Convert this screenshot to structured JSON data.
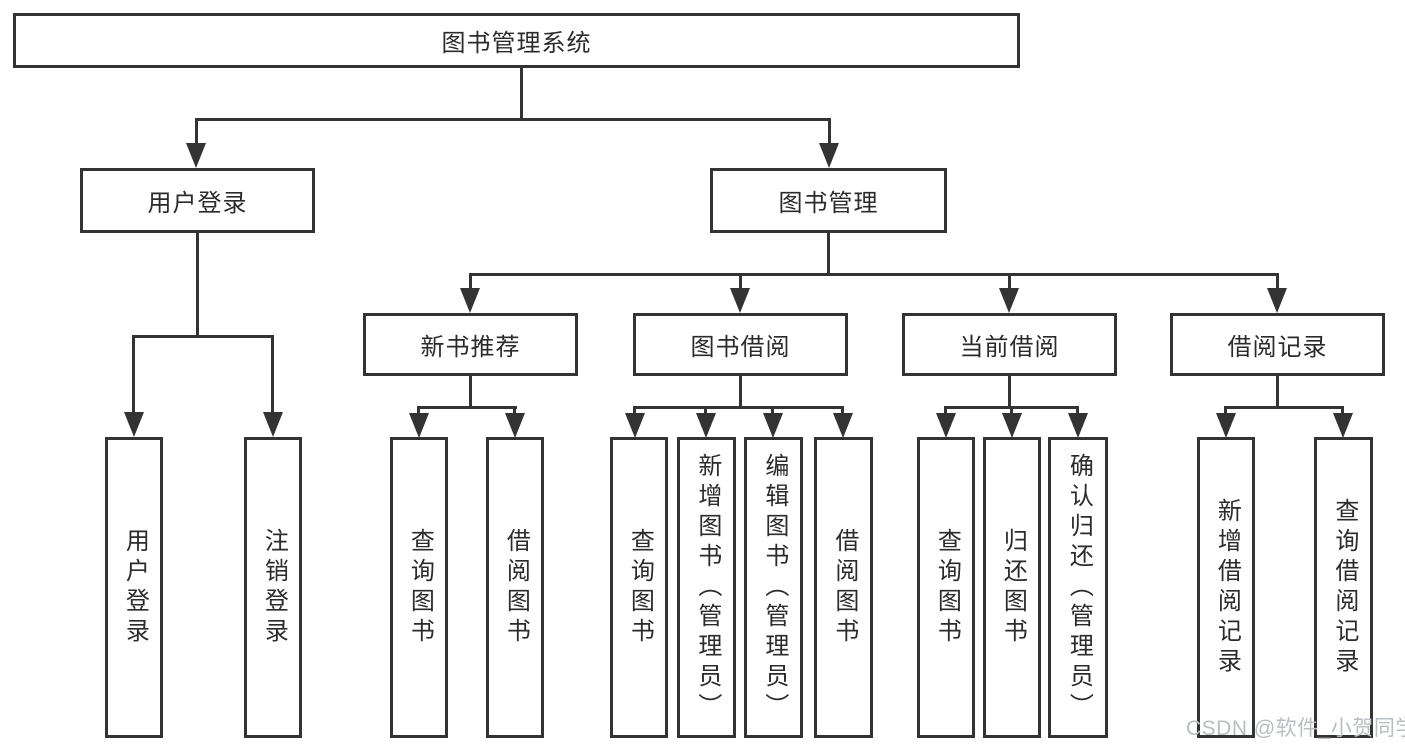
{
  "watermark": "CSDN @软件_小贺同学",
  "colors": {
    "line": "#333333",
    "text": "#2b2b2b",
    "background": "#ffffff",
    "watermark": "#b9bec4"
  },
  "tree": {
    "root": {
      "label": "图书管理系统"
    },
    "children": [
      {
        "label": "用户登录",
        "children": [
          {
            "label": "用户登录"
          },
          {
            "label": "注销登录"
          }
        ]
      },
      {
        "label": "图书管理",
        "children": [
          {
            "label": "新书推荐",
            "children": [
              {
                "label": "查询图书"
              },
              {
                "label": "借阅图书"
              }
            ]
          },
          {
            "label": "图书借阅",
            "children": [
              {
                "label": "查询图书"
              },
              {
                "label": "新增图书（管理员）"
              },
              {
                "label": "编辑图书（管理员）"
              },
              {
                "label": "借阅图书"
              }
            ]
          },
          {
            "label": "当前借阅",
            "children": [
              {
                "label": "查询图书"
              },
              {
                "label": "归还图书"
              },
              {
                "label": "确认归还（管理员）"
              }
            ]
          },
          {
            "label": "借阅记录",
            "children": [
              {
                "label": "新增借阅记录"
              },
              {
                "label": "查询借阅记录"
              }
            ]
          }
        ]
      }
    ]
  }
}
